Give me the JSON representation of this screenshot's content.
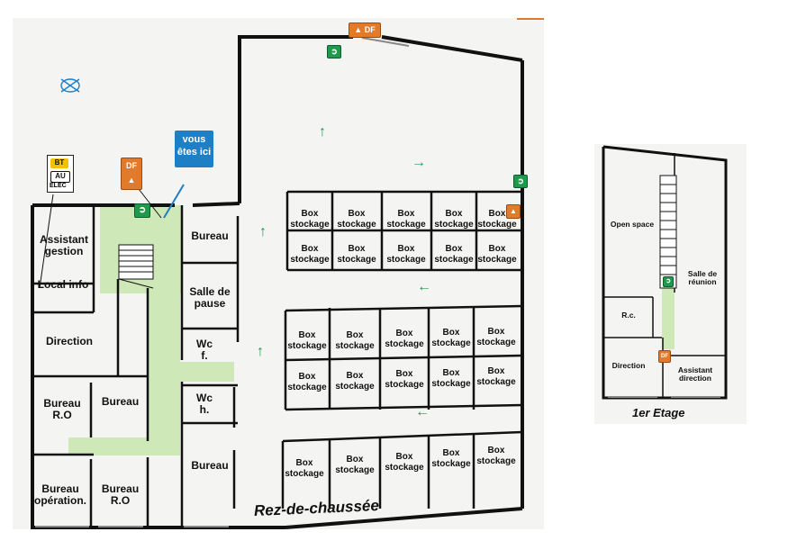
{
  "ground_floor": {
    "title": "Rez-de-chaussée",
    "you_are_here": [
      "vous",
      "êtes ici"
    ],
    "rooms": {
      "assistant_gestion": "Assistant gestion",
      "local_info": "Local info",
      "direction": "Direction",
      "bureau_ro_1": "Bureau R.O",
      "bureau_1": "Bureau",
      "bureau_operation": "Bureau opération.",
      "bureau_ro_2": "Bureau R.O",
      "bureau_top": "Bureau",
      "salle_pause": "Salle de pause",
      "wc_f": "Wc f.",
      "wc_h": "Wc h.",
      "bureau_bottom": "Bureau"
    },
    "box_label": "Box stockage",
    "legend": {
      "bt": "BT",
      "au": "AU",
      "elec": "ÉLEC"
    },
    "df_label": "DF",
    "arrows": [
      "↑",
      "↑",
      "↑",
      "→",
      "←",
      "←"
    ]
  },
  "first_floor": {
    "title": "1er Etage",
    "rooms": {
      "open_space": "Open space",
      "salle_reunion": "Salle de réunion",
      "rc": "R.c.",
      "direction": "Direction",
      "assistant_direction": "Assistant direction"
    },
    "df_label": "DF"
  },
  "colors": {
    "corridor": "#cfe8b8",
    "exit_sign": "#1f9a4c",
    "fire_sign": "#e27a2c",
    "you_are_here": "#1e7fc4",
    "walls": "#111111"
  }
}
